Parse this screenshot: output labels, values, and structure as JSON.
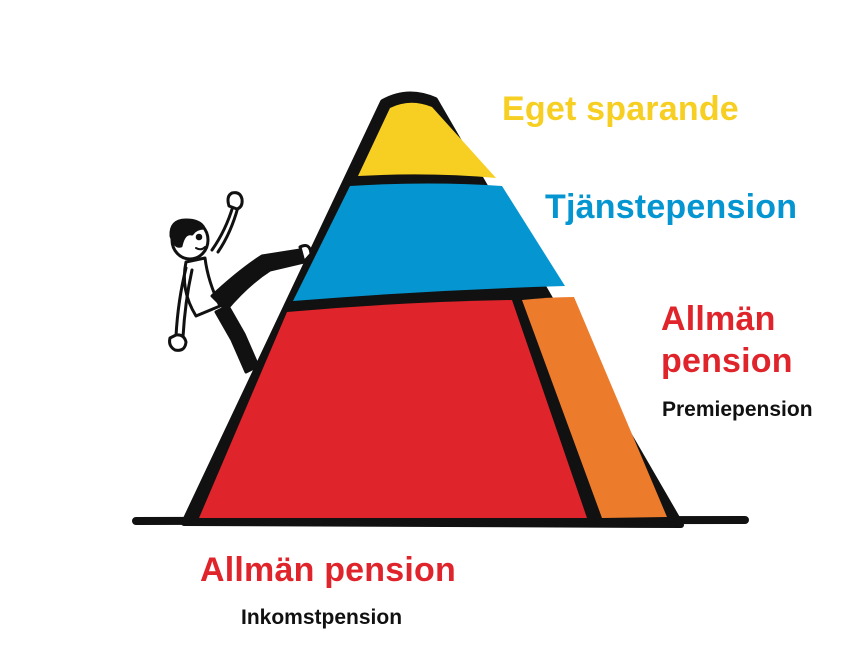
{
  "colors": {
    "savings": "#f7cf22",
    "occupational": "#0596d1",
    "income_pension": "#e0242b",
    "premium_pension": "#ec7c2c",
    "outline": "#111111",
    "text_dark": "#111111"
  },
  "labels": {
    "top": "Eget sparande",
    "middle": "Tjänstepension",
    "right_title_line1": "Allmän",
    "right_title_line2": "pension",
    "right_sub": "Premiepension",
    "bottom_title": "Allmän pension",
    "bottom_sub": "Inkomstpension"
  },
  "illustration": {
    "figure": "climbing-person",
    "shape": "pyramid"
  }
}
